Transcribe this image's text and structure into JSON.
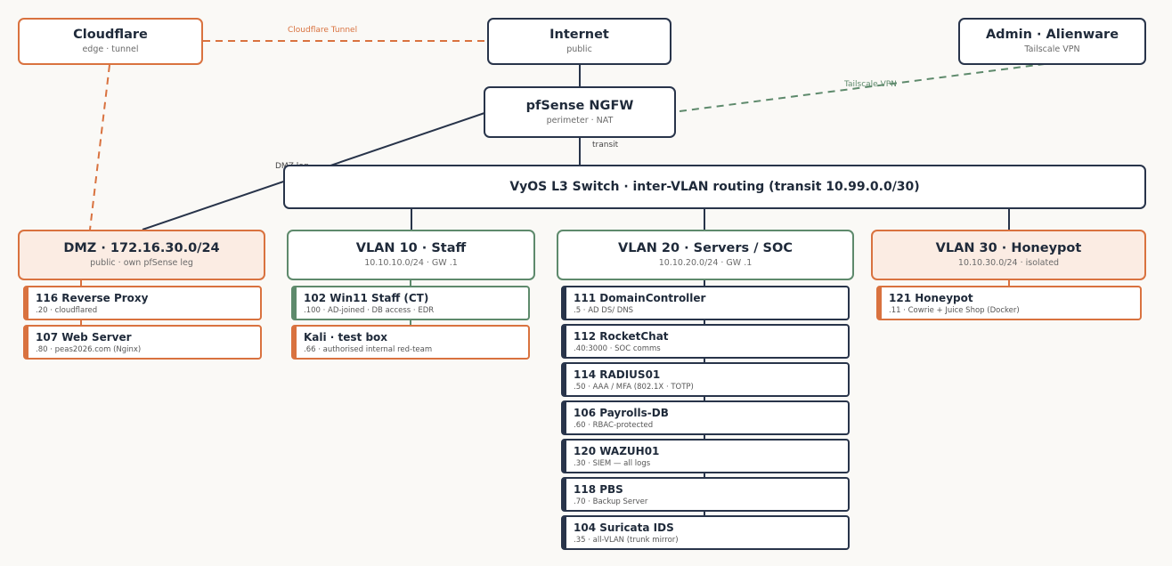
{
  "nodes": {
    "cloudflare": {
      "title": "Cloudflare",
      "sub": "edge · tunnel"
    },
    "internet": {
      "title": "Internet",
      "sub": "public"
    },
    "admin": {
      "title": "Admin · Alienware",
      "sub": "Tailscale VPN"
    },
    "pfsense": {
      "title": "pfSense NGFW",
      "sub": "perimeter · NAT"
    },
    "vyos": {
      "title": "VyOS L3 Switch  ·  inter-VLAN routing  (transit 10.99.0.0/30)"
    }
  },
  "links": {
    "cloudflare_tunnel": "Cloudflare Tunnel",
    "tailscale": "Tailscale VPN",
    "transit": "transit",
    "dmz_leg": "DMZ leg"
  },
  "zones": {
    "dmz": {
      "title": "DMZ · 172.16.30.0/24",
      "sub": "public · own pfSense leg",
      "hosts": [
        {
          "name": "116 Reverse Proxy",
          "desc": ".20 · cloudflared"
        },
        {
          "name": "107 Web Server",
          "desc": ".80 · peas2026.com (Nginx)"
        }
      ]
    },
    "vlan10": {
      "title": "VLAN 10 · Staff",
      "sub": "10.10.10.0/24 · GW .1",
      "hosts": [
        {
          "name": "102 Win11 Staff (CT)",
          "desc": ".100 · AD-joined · DB access · EDR"
        },
        {
          "name": "Kali · test box",
          "desc": ".66 · authorised internal red-team"
        }
      ]
    },
    "vlan20": {
      "title": "VLAN 20 · Servers / SOC",
      "sub": "10.10.20.0/24 · GW .1",
      "hosts": [
        {
          "name": "111 DomainController",
          "desc": ".5 · AD DS/ DNS"
        },
        {
          "name": "112 RocketChat",
          "desc": ".40:3000 · SOC comms"
        },
        {
          "name": "114 RADIUS01",
          "desc": ".50 · AAA / MFA (802.1X · TOTP)"
        },
        {
          "name": "106 Payrolls-DB",
          "desc": ".60 · RBAC-protected"
        },
        {
          "name": "120 WAZUH01",
          "desc": ".30 · SIEM — all logs"
        },
        {
          "name": "118 PBS",
          "desc": ".70 · Backup Server"
        },
        {
          "name": "104 Suricata IDS",
          "desc": ".35 · all-VLAN (trunk mirror)"
        }
      ]
    },
    "vlan30": {
      "title": "VLAN 30 · Honeypot",
      "sub": "10.10.30.0/24 · isolated",
      "hosts": [
        {
          "name": "121 Honeypot",
          "desc": ".11 · Cowrie + Juice Shop (Docker)"
        }
      ]
    }
  },
  "colors": {
    "navy": "#28344a",
    "orange": "#d9723f",
    "green": "#5e8a6c",
    "zone_tint": "#fbece3"
  }
}
